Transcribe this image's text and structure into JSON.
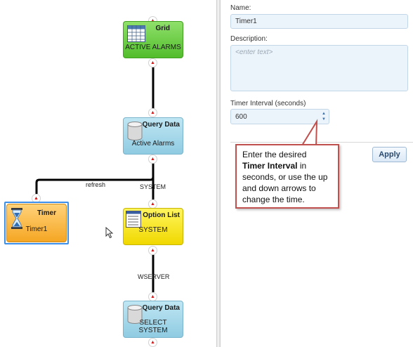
{
  "canvas": {
    "nodes": {
      "grid": {
        "title": "Grid",
        "subtitle": "ACTIVE ALARMS",
        "icon": "table-icon"
      },
      "query1": {
        "title": "Query Data",
        "subtitle": "Active Alarms",
        "icon": "database-icon"
      },
      "option": {
        "title": "Option List",
        "subtitle": "SYSTEM",
        "icon": "list-icon"
      },
      "query2": {
        "title": "Query Data",
        "subtitle_line1": "SELECT",
        "subtitle_line2": "SYSTEM",
        "icon": "database-icon"
      },
      "timer": {
        "title": "Timer",
        "subtitle": "Timer1",
        "icon": "hourglass-icon"
      }
    },
    "wire_labels": {
      "refresh": "refresh",
      "system": "SYSTEM",
      "wserver": "WSERVER"
    },
    "port_glyph": "▲"
  },
  "panel": {
    "name_label": "Name:",
    "name_value": "Timer1",
    "description_label": "Description:",
    "description_placeholder": "<enter text>",
    "interval_label": "Timer Interval (seconds)",
    "interval_value": "600",
    "spin_up": "▲",
    "spin_down": "▼",
    "apply_label": "Apply"
  },
  "callout": {
    "line1": "Enter the desired",
    "bold": "Timer Interval",
    "line2": " in seconds, or use the up and down arrows to change the time."
  },
  "colors": {
    "grid_node": "#52bd2c",
    "query_node": "#8fcbe2",
    "option_node": "#f0d800",
    "timer_node": "#f5a623",
    "selection": "#3c8ee6",
    "callout_border": "#c0504d",
    "port_arrow": "#d41a1a"
  }
}
